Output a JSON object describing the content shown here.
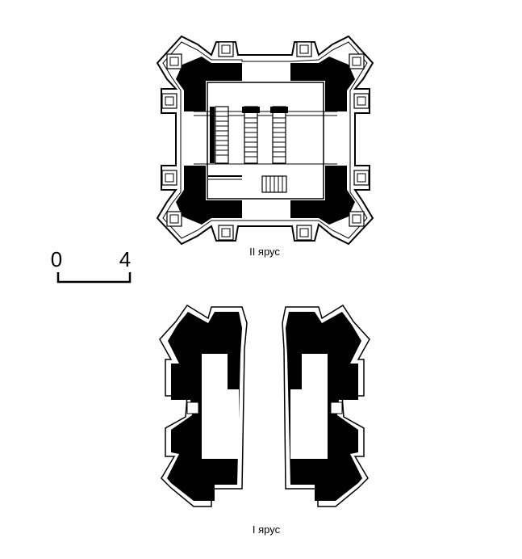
{
  "labels": {
    "tier2": "II ярус",
    "tier1": "I ярус"
  },
  "scale_bar": {
    "start": "0",
    "end": "4"
  },
  "colors": {
    "ink": "#000000",
    "paper": "#ffffff"
  }
}
